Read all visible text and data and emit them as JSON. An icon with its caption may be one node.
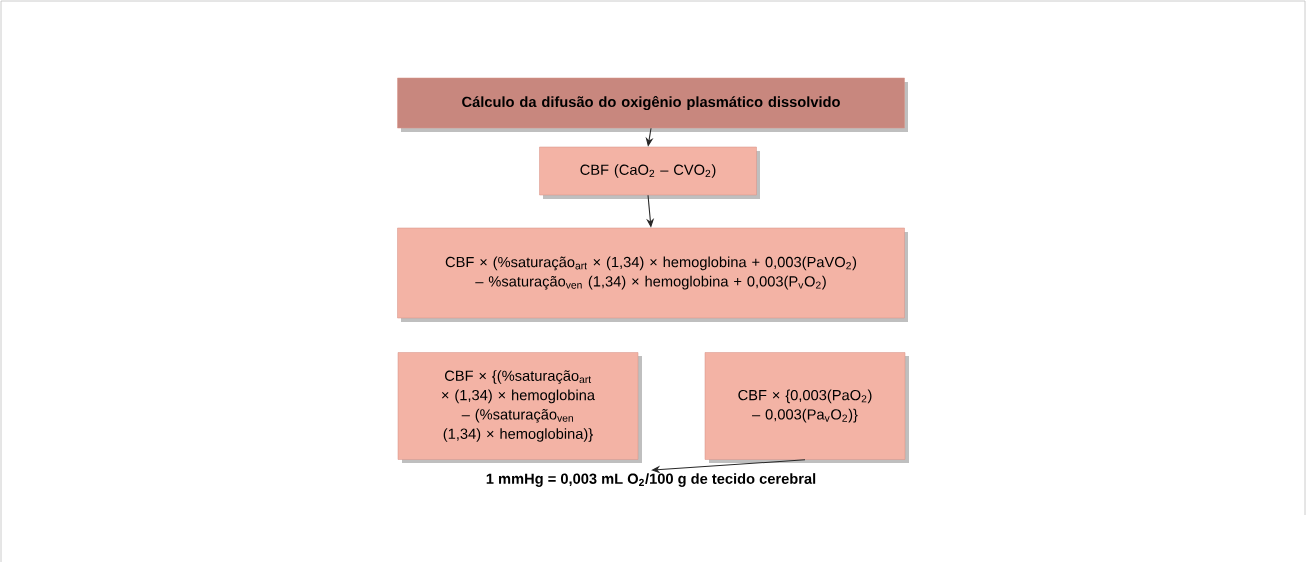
{
  "diagram": {
    "nodes": [
      {
        "text": [
          "Cálculo da difusão do oxigênio plasmático dissolvido"
        ]
      },
      {
        "text": [
          "CBF (CaO$_{2}$ – CVO$_{2}$)"
        ]
      },
      {
        "text": [
          "CBF × (%saturação$_{art}$ × (1,34) × hemoglobina + 0,003(PaVO$_{2}$) – %saturação$_{ven}$ (1,34) × hemoglobina + 0,003(P$_{v}$O$_{2}$)"
        ]
      },
      {
        "text": [
          "CBF × {(%saturação$_{art}$ × (1,34) × hemoglobina – (%saturação$_{ven}$ (1,34) × hemoglobina)}"
        ]
      },
      {
        "text": [
          "CBF × {0,003(PaO$_{2}$) – 0,003(Pa$_{v}$O$_{2}$)}"
        ]
      },
      {
        "text": [
          "1 mmHg = 0,003 mL O$_{2}$/100 g de tecido cerebral"
        ]
      }
    ],
    "edges": [
      {
        "from": 0,
        "to": 1,
        "arrow": "to"
      },
      {
        "from": 1,
        "to": 2,
        "arrow": "to"
      },
      {
        "from": 4,
        "to": 5,
        "arrow": "to"
      }
    ]
  }
}
